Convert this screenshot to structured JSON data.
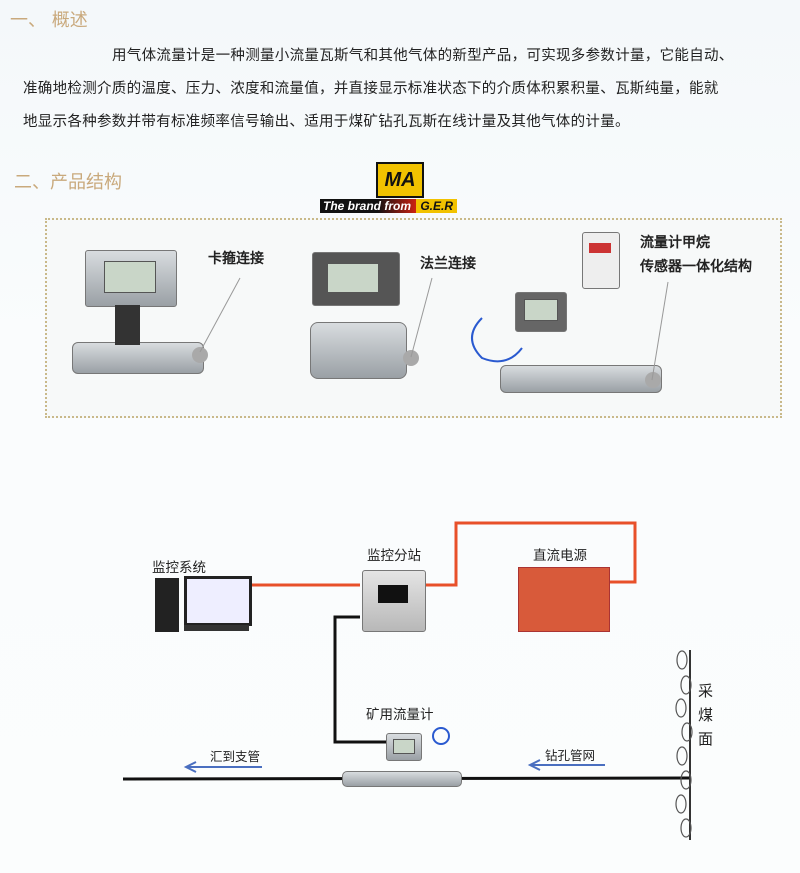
{
  "section1": {
    "title": "一、 概述",
    "lines": [
      "用气体流量计是一种测量小流量瓦斯气和其他气体的新型产品，可实现多参数计量，它能自动、",
      "准确地检测介质的温度、压力、浓度和流量值，并直接显示标准状态下的介质体积累积量、瓦斯纯量，能就",
      "地显示各种参数并带有标准频率信号输出、适用于煤矿钻孔瓦斯在线计量及其他气体的计量。"
    ]
  },
  "section2": {
    "title": "二、产品结构"
  },
  "logo": {
    "mark": "MA",
    "banner_a": "The brand from ",
    "banner_b": "G.E.R"
  },
  "products": [
    {
      "label": "卡箍连接"
    },
    {
      "label": "法兰连接"
    },
    {
      "label_lines": [
        "流量计甲烷",
        "传感器一体化结构"
      ]
    }
  ],
  "diagram": {
    "monitor_system": "监控系统",
    "substation": "监控分站",
    "dc_power": "直流电源",
    "mine_flowmeter": "矿用流量计",
    "to_branch": "汇到支管",
    "borehole_network": "钻孔管网",
    "coal_face": [
      "采",
      "煤",
      "面"
    ]
  },
  "colors": {
    "heading": "#c9a97c",
    "signal_line": "#e8502a",
    "arrow": "#4a6fc0",
    "power_box": "#d85a3a"
  }
}
